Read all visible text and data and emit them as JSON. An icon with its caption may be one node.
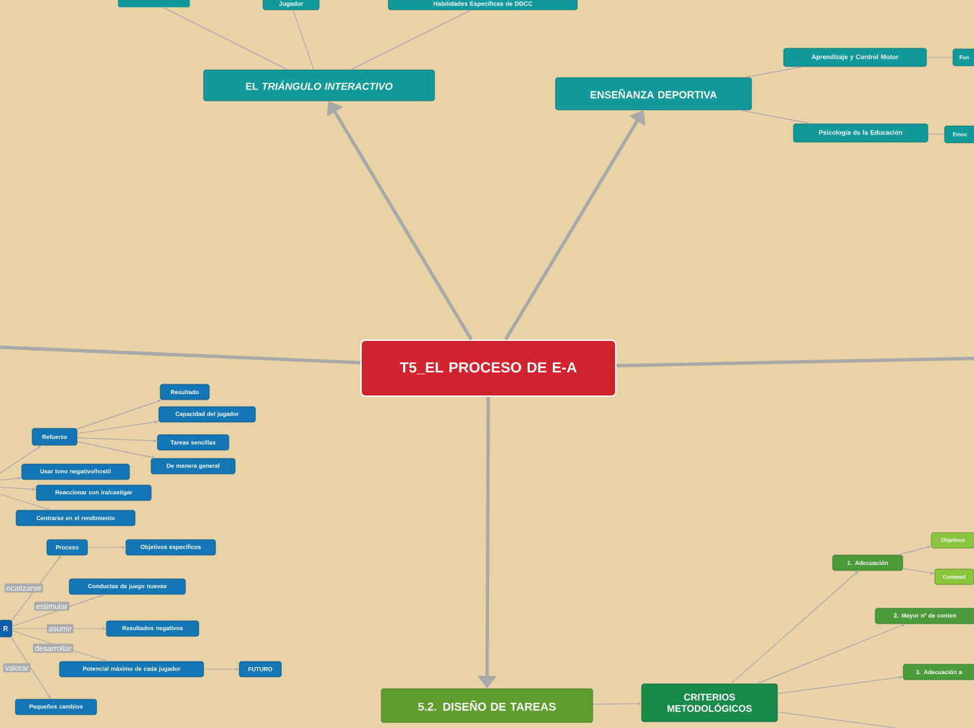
{
  "diagram": {
    "nodes": [
      {
        "text": [
          "T5_EL PROCESO DE E-A"
        ]
      },
      {
        "text": [
          "EL *TRIÁNGULO INTERACTIVO*"
        ]
      },
      {
        "text": [],
        "shape": "box"
      },
      {
        "text": [
          "Jugador"
        ]
      },
      {
        "text": [
          "Habilidades Específicas de DDCC"
        ]
      },
      {
        "text": [
          "ENSEÑANZA DEPORTIVA"
        ]
      },
      {
        "text": [
          "Aprendizaje y Control Motor"
        ]
      },
      {
        "text": [
          "Fun"
        ]
      },
      {
        "text": [
          "Psicología de la Educación"
        ]
      },
      {
        "text": [
          "Emoc"
        ]
      },
      {
        "text": [
          "5.2. DISEÑO DE TAREAS"
        ]
      },
      {
        "text": [
          "CRITERIOS METODOLÓGICOS"
        ]
      },
      {
        "text": [
          "1. Adecuación"
        ]
      },
      {
        "text": [
          "Objetivos"
        ]
      },
      {
        "text": [
          "Contenid"
        ]
      },
      {
        "text": [
          "2. Mayor nº de conten"
        ]
      },
      {
        "text": [
          "3. Adecuación a"
        ]
      },
      {
        "text": [
          "Refuerzo"
        ]
      },
      {
        "text": [
          "Resultado"
        ]
      },
      {
        "text": [
          "Capacidad del jugador"
        ]
      },
      {
        "text": [
          "Tareas sencillas"
        ]
      },
      {
        "text": [
          "De manera general"
        ]
      },
      {
        "text": [
          "Usar tono negativo/hostil"
        ]
      },
      {
        "text": [
          "Reaccionar con ira/castigar"
        ]
      },
      {
        "text": [
          "Centrarse en el rendimiento"
        ]
      },
      {
        "text": [
          "Proceso"
        ]
      },
      {
        "text": [
          "Objetivos específicos"
        ]
      },
      {
        "text": [
          "Conductas de juego nuevas"
        ]
      },
      {
        "text": [
          "R"
        ]
      },
      {
        "text": [
          "Resultados negativos"
        ]
      },
      {
        "text": [
          "Potencial máximo de cada jugador"
        ]
      },
      {
        "text": [
          "FUTURO"
        ]
      },
      {
        "text": [
          "Pequeños cambios"
        ]
      }
    ],
    "edges": [
      {
        "from": 0,
        "to": 1,
        "arrow": "to",
        "style": "thick"
      },
      {
        "from": 0,
        "to": 5,
        "arrow": "to",
        "style": "thick"
      },
      {
        "from": 0,
        "to": 10,
        "arrow": "to",
        "style": "thick"
      },
      {
        "from": 0,
        "to": null,
        "arrow": "none",
        "style": "thick"
      },
      {
        "from": 0,
        "to": null,
        "arrow": "none",
        "style": "thick"
      },
      {
        "from": 1,
        "to": 2,
        "arrow": "none"
      },
      {
        "from": 1,
        "to": 3,
        "arrow": "none"
      },
      {
        "from": 1,
        "to": 4,
        "arrow": "none"
      },
      {
        "from": 5,
        "to": 6,
        "arrow": "none"
      },
      {
        "from": 5,
        "to": 8,
        "arrow": "none"
      },
      {
        "from": 6,
        "to": 7,
        "arrow": "none"
      },
      {
        "from": 8,
        "to": 9,
        "arrow": "none"
      },
      {
        "from": 10,
        "to": 11,
        "arrow": "to"
      },
      {
        "from": 11,
        "to": 12,
        "arrow": "to"
      },
      {
        "from": 11,
        "to": 15,
        "arrow": "to"
      },
      {
        "from": 11,
        "to": 16,
        "arrow": "to"
      },
      {
        "from": 11,
        "to": null,
        "arrow": "none"
      },
      {
        "from": 12,
        "to": 13,
        "arrow": "to"
      },
      {
        "from": 12,
        "to": 14,
        "arrow": "to"
      },
      {
        "from": null,
        "to": 17,
        "arrow": "to"
      },
      {
        "from": null,
        "to": 22,
        "arrow": "to"
      },
      {
        "from": null,
        "to": 23,
        "arrow": "to"
      },
      {
        "from": null,
        "to": 24,
        "arrow": "to"
      },
      {
        "from": 17,
        "to": 18,
        "arrow": "to"
      },
      {
        "from": 17,
        "to": 19,
        "arrow": "to"
      },
      {
        "from": 17,
        "to": 20,
        "arrow": "to"
      },
      {
        "from": 17,
        "to": 21,
        "arrow": "to"
      },
      {
        "from": 28,
        "to": 25,
        "arrow": "to",
        "label": "ocalizarse"
      },
      {
        "from": 25,
        "to": 26,
        "arrow": "to"
      },
      {
        "from": 28,
        "to": 27,
        "arrow": "to",
        "label": "estimular"
      },
      {
        "from": 28,
        "to": 29,
        "arrow": "to",
        "label": "asumir"
      },
      {
        "from": 28,
        "to": 30,
        "arrow": "to",
        "label": "desarrollar"
      },
      {
        "from": 28,
        "to": 32,
        "arrow": "to",
        "label": "valorar"
      },
      {
        "from": 30,
        "to": 31,
        "arrow": "to"
      }
    ]
  }
}
